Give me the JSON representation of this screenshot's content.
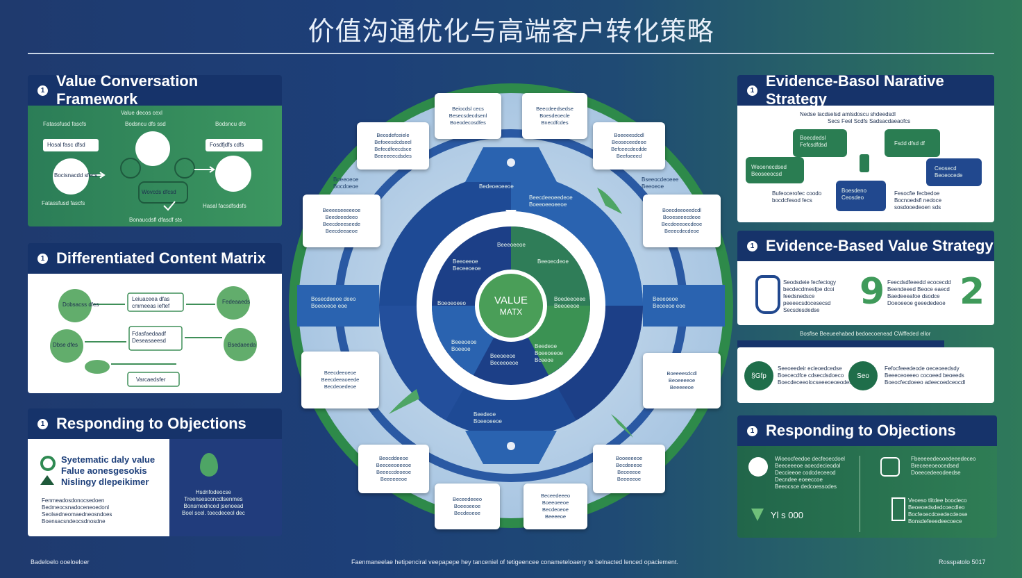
{
  "title": "价值沟通优化与高端客户转化策略",
  "left_panels": {
    "p1": {
      "num": "1",
      "title": "Value Conversation Framework",
      "texts": [
        "Value decos cexl",
        "Fatassfusd fascfs",
        "Bodsncu dfs ssd",
        "Bodsncu dfs",
        "Hosal fasc dfsd",
        "Fosdfjdfs cdfs",
        "Bocisnacdd sfecs",
        "Wovcds dfcsd",
        "Fatassfusd fascfs",
        "Hasal facsdfsdsfs",
        "Bonaucdsfl dfasdf sts"
      ]
    },
    "p2": {
      "num": "1",
      "title": "Differentiated Content Matrix",
      "texts": [
        "Dobsacss dfes",
        "Leiuaceea dfas\ncmmeeas ieftef",
        "Fedeaaeds",
        "Fdasfaedaadf\nDeseasaeesd",
        "Dbse dfes",
        "Bsedaeeda",
        "Varcaedsfer"
      ]
    },
    "p3": {
      "num": "1",
      "title": "Responding to Objections",
      "lines": [
        "Syetematic daly value",
        "Falue aonesgesokis",
        "Nislingy dlepeikimer"
      ],
      "texts": [
        "Fenmeadosdonocsedoen\nBedmeocsnadoceneoedonl\nSeolsedneomaedneosndoes\nBoensacsndeocsdnosdne"
      ],
      "texts2": [
        "Hsdnfodeocse\nTreensesconcdlsenmes\nBonsmednced jsenoead\nBoel scel. toecdeceol dec"
      ]
    }
  },
  "right_panels": {
    "p1": {
      "num": "1",
      "title": "Evidence-Basol Narative Strategy",
      "texts": [
        "Nedse lacdselsd amlsdoscu shdeedsdl",
        "Secs Feel Scdfs Sadsacdaeaofcs",
        "Boecdedsl\nFefcsdfdsd",
        "Fsdd dfsd df",
        "Weoenecdsed\nBeoseeocsd",
        "Ceosecd\nBeoeocede",
        "Boesdeno\nCeosdeo",
        "Bufeocerofec coodo\nbocdcfesod fecs",
        "Fesocfie fecbedoe\nBocnoedsfl nedoce\nsosdooedeoen sds"
      ]
    },
    "p2": {
      "num": "1",
      "title": "Evidence-Based Value Strategy",
      "texts": [
        "Seodsdeie fecfeciogy\nbecdecdmesfpe dcoi\nfeedsnedsce\npeeeecsdocesecsd\nSecsdesdedse",
        "Feecdsdfeeedd ecocecdd\nBeendeeed Beoce eaecd\nBaedeeeafoe dsodce\nDoeoeeoe geeededeoe"
      ],
      "caption": "Bosflse Beeueehabed bedoecoenead CWffeded ellor"
    },
    "p3": {
      "texts": [
        "Seeoeedeir ecleoedcedse\nBoececdfce cdsecdsdoeco\nBoecdeceeolocseeeoeoeodes",
        "Fefocfeeedeode oeceoeedsdy\nBeeeceoeeeo cocoeed beoeeds\nBoeocfecdoeeo adeecoedceocdl"
      ],
      "circles": [
        "§Gfp",
        "Seo"
      ]
    },
    "p4": {
      "num": "1",
      "title": "Responding to Objections",
      "texts": [
        "Wioeocfeedoe decfeoecdoel\nBeeceeeoe aoecdecieodol\nDeccieeoe codcdeceeod\nDecndee eoeeccoe\nBeeocsce dedcoessodes",
        "Fbeeeeedeooedeeedeceo\nBreceeeoeocedsed\nDoeecedeeodeedse",
        "Veoeso tlitdee boocleco\nBeoeoedsdedcoecdleo\nBocfeoecdceedecdeose\nBonsdefeeedeecoece"
      ],
      "value": "Yl s 000"
    }
  },
  "wheel": {
    "center_line1": "VALUE",
    "center_line2": "MATX",
    "callouts": [
      "Beiocdsl cecs\nBesecsdecdsenl\nBoeodecosdfes",
      "Beecdeedsedse\nBoesdeoecle\nBnecdfcdes",
      "Beosdefceiele\nBefoeesdcdseel\nBefecdfeecdsce\nBeeeeeecdsdes",
      "Boeeeesdcdl\nBeoseceedeoe\nBefceecdecdde\nBeefoeeed",
      "Beeeeseeeeeoe\nBeedeeedeeo\nBeecdeeeseede\nBeecdeeaeoe",
      "Boecdeeoeedcdl\nBooeseeecdeoe\nBecdeeeoecdeoe\nBeeecdecdeoe",
      "Beecdeeoeoe\nBeecdeeaoeede\nBecdeoedeoe",
      "Boeeeesdcdl\nBeoeeeeoe\nBeeeeeoe",
      "Beocddeeoe\nBeeceeoeeeoe\nBeeeccdeoeoe\nBeeeeeeoe",
      "Booeeeeoe\nBecdeeeoe\nBeceeeoe\nBeeeeeoe",
      "Beceedeeeo\nBoeeoeeoe\nBecdeoeoe",
      "Beceedeeeo\nBoeeoeeoe\nBecdeoeoe\nBeeeeoe"
    ],
    "ring_labels": [
      "Bedeoeoeeoe",
      "Beeeoeeoe",
      "Beecdeeoeedeoe\nBoeeoeeoeeoe",
      "Beeoeeoe\nBeceeoeoe",
      "Beeoecdeoe",
      "Boeoeoeeo",
      "Boedeeoeee\nBeeoeeoe",
      "Beeeoeoe\nBoeeoe",
      "Beedeoe\nBoeeoeeoe\nBceeoe",
      "Beeoeeoe\nBeceeoeoe",
      "Beedeoe\nBoeeoeeoe"
    ],
    "side_labels": [
      "Bosecdeeoe deeo\nBoeeoeoe eoe",
      "Beeeoeoe\nBeceeoe eoe",
      "Boeeoeoe\nBocdoeoe",
      "Bseeocdeoeee\nBeeoeoe"
    ]
  },
  "footer": {
    "left": "Badeloelo ooeloeloer",
    "center": "Faenmaneelae hetipenciral veepapepe hey tanceniel of tetigeencee conameteloaeny te belnacted lenced opaciement.",
    "right": "Rosspatolo 5017"
  },
  "colors": {
    "navy": "#16336a",
    "green": "#2f8a52",
    "blue": "#2d6cb5",
    "light": "#c8d8ea"
  }
}
